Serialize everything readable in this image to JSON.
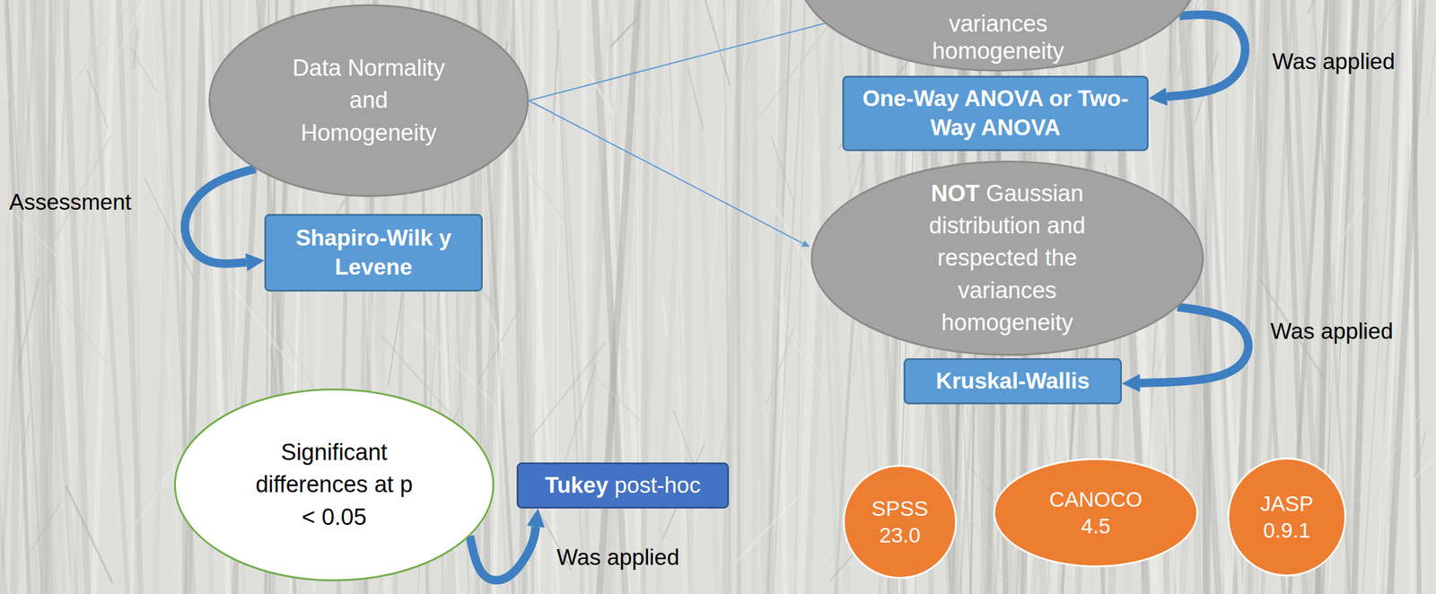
{
  "diagram": {
    "nodes": [
      {
        "text": [
          "variances homogeneity"
        ]
      },
      {
        "text": [
          "Data Normality and Homogeneity"
        ]
      },
      {
        "text": [
          "One-Way ANOVA or Two-Way ANOVA"
        ]
      },
      {
        "text": [
          "Shapiro-Wilk y Levene"
        ]
      },
      {
        "text": [
          "NOT Gaussian distribution and respected the variances homogeneity"
        ]
      },
      {
        "text": [
          "Kruskal-Wallis"
        ]
      },
      {
        "text": [
          "Significant differences at p < 0.05"
        ]
      },
      {
        "text": [
          "Tukey post-hoc"
        ]
      },
      {
        "text": [
          "SPSS 23.0"
        ]
      },
      {
        "text": [
          "CANOCO 4.5"
        ]
      },
      {
        "text": [
          "JASP 0.9.1"
        ]
      }
    ],
    "edges": [
      {
        "from": 1,
        "to": 0,
        "arrow": "none"
      },
      {
        "from": 1,
        "to": 4,
        "arrow": "to"
      },
      {
        "from": 1,
        "to": 3,
        "label": "Assessment",
        "arrow": "to"
      },
      {
        "from": 0,
        "to": 2,
        "label": "Was applied",
        "arrow": "to"
      },
      {
        "from": 4,
        "to": 5,
        "label": "Was applied",
        "arrow": "to"
      },
      {
        "from": 6,
        "to": 7,
        "label": "Was applied",
        "arrow": "to"
      }
    ]
  }
}
